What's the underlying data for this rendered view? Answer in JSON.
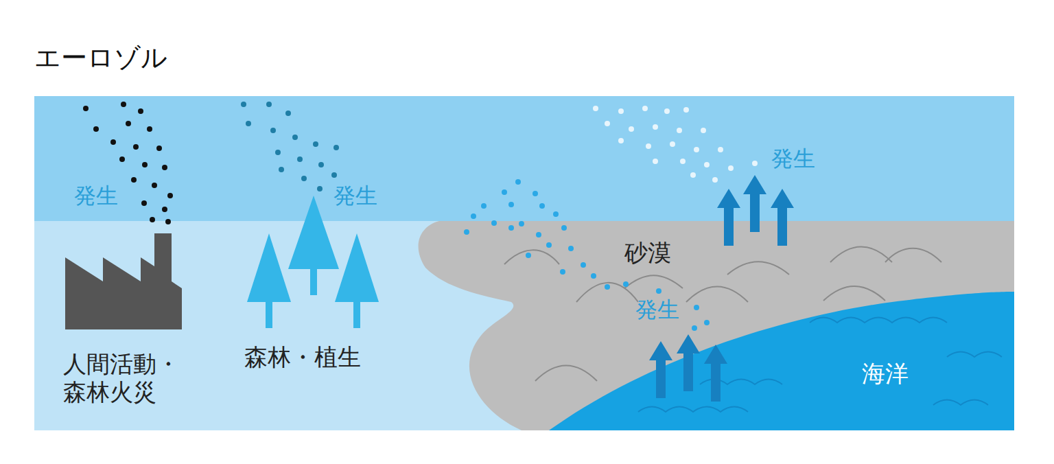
{
  "diagram": {
    "title": "エーロゾル",
    "labels": [
      "発生",
      "人間活動・森林火災",
      "発生",
      "森林・植生",
      "発生",
      "砂漠",
      "発生",
      "海洋"
    ]
  }
}
